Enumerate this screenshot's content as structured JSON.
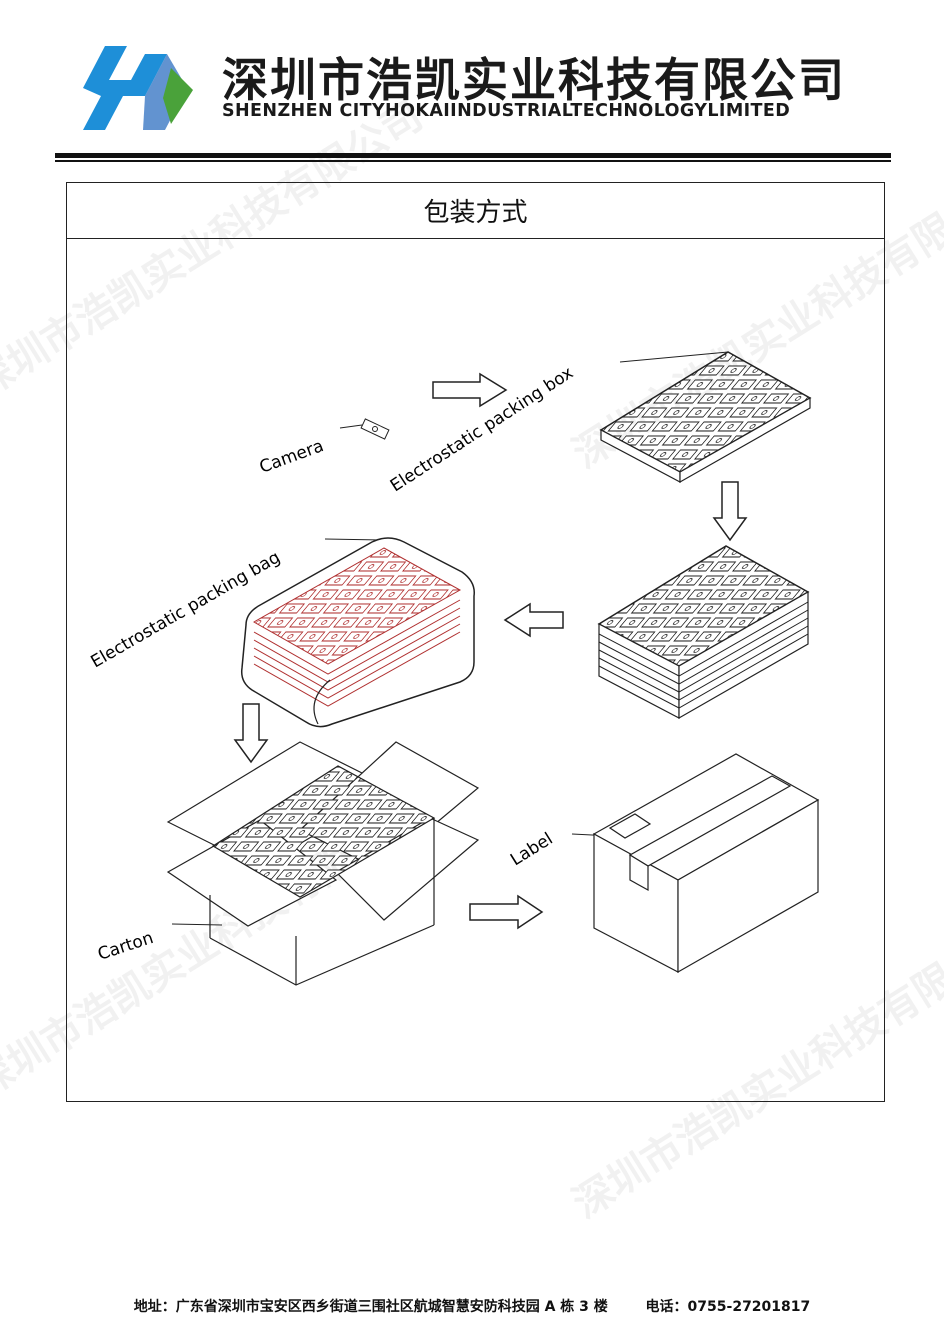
{
  "header": {
    "company_name_cn": "深圳市浩凯实业科技有限公司",
    "company_name_en": "SHENZHEN CITYHOKAIINDUSTRIALTECHNOLOGYLIMITED",
    "logo_letter": "H",
    "colors": {
      "logo_blue": "#1e8fd8",
      "logo_green": "#4aa23a"
    }
  },
  "section": {
    "title": "包装方式"
  },
  "diagram_labels": {
    "camera": "Camera",
    "electrostatic_box": "Electrostatic packing box",
    "electrostatic_bag": "Electrostatic packing bag",
    "carton": "Carton",
    "label": "Label"
  },
  "watermark_text": "深圳市浩凯实业科技有限公司",
  "footer": {
    "address": "地址：广东省深圳市宝安区西乡街道三围社区航城智慧安防科技园 A 栋 3 楼",
    "phone": "电话：0755-27201817"
  }
}
